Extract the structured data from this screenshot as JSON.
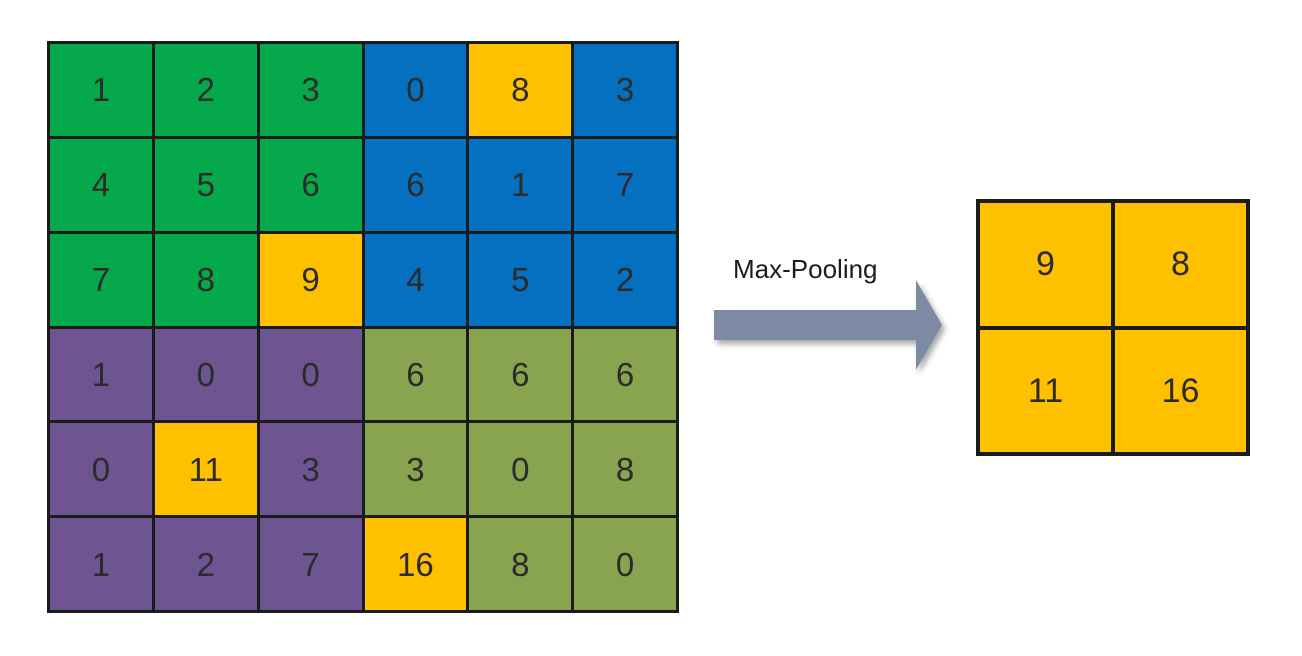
{
  "colors": {
    "green": "#06a84c",
    "blue": "#0570c0",
    "purple": "#6e5490",
    "olive": "#88a44e",
    "yellow": "#ffc000",
    "arrow": "#7c8aa3"
  },
  "input": {
    "rows": [
      [
        {
          "value": "1",
          "color": "green"
        },
        {
          "value": "2",
          "color": "green"
        },
        {
          "value": "3",
          "color": "green"
        },
        {
          "value": "0",
          "color": "blue"
        },
        {
          "value": "8",
          "color": "yellow"
        },
        {
          "value": "3",
          "color": "blue"
        }
      ],
      [
        {
          "value": "4",
          "color": "green"
        },
        {
          "value": "5",
          "color": "green"
        },
        {
          "value": "6",
          "color": "green"
        },
        {
          "value": "6",
          "color": "blue"
        },
        {
          "value": "1",
          "color": "blue"
        },
        {
          "value": "7",
          "color": "blue"
        }
      ],
      [
        {
          "value": "7",
          "color": "green"
        },
        {
          "value": "8",
          "color": "green"
        },
        {
          "value": "9",
          "color": "yellow"
        },
        {
          "value": "4",
          "color": "blue"
        },
        {
          "value": "5",
          "color": "blue"
        },
        {
          "value": "2",
          "color": "blue"
        }
      ],
      [
        {
          "value": "1",
          "color": "purple"
        },
        {
          "value": "0",
          "color": "purple"
        },
        {
          "value": "0",
          "color": "purple"
        },
        {
          "value": "6",
          "color": "olive"
        },
        {
          "value": "6",
          "color": "olive"
        },
        {
          "value": "6",
          "color": "olive"
        }
      ],
      [
        {
          "value": "0",
          "color": "purple"
        },
        {
          "value": "11",
          "color": "yellow"
        },
        {
          "value": "3",
          "color": "purple"
        },
        {
          "value": "3",
          "color": "olive"
        },
        {
          "value": "0",
          "color": "olive"
        },
        {
          "value": "8",
          "color": "olive"
        }
      ],
      [
        {
          "value": "1",
          "color": "purple"
        },
        {
          "value": "2",
          "color": "purple"
        },
        {
          "value": "7",
          "color": "purple"
        },
        {
          "value": "16",
          "color": "yellow"
        },
        {
          "value": "8",
          "color": "olive"
        },
        {
          "value": "0",
          "color": "olive"
        }
      ]
    ]
  },
  "operation": {
    "label": "Max-Pooling"
  },
  "output": {
    "rows": [
      [
        {
          "value": "9",
          "color": "yellow"
        },
        {
          "value": "8",
          "color": "yellow"
        }
      ],
      [
        {
          "value": "11",
          "color": "yellow"
        },
        {
          "value": "16",
          "color": "yellow"
        }
      ]
    ]
  }
}
